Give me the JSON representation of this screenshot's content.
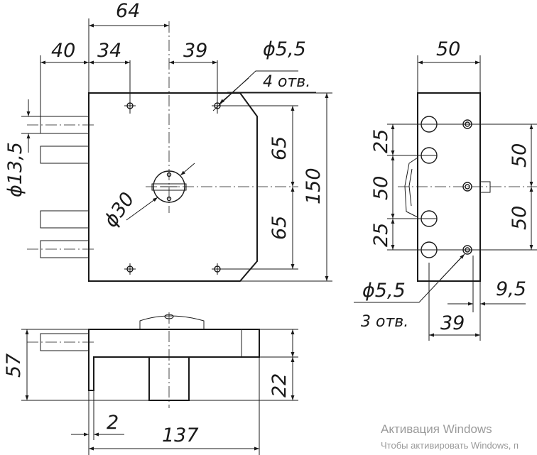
{
  "dimensions": {
    "front_width_64": "64",
    "front_bolt_40": "40",
    "front_offset_34": "34",
    "front_offset_39": "39",
    "front_hole_dia": "ϕ5,5",
    "front_hole_count": "4 отв.",
    "front_upper_65": "65",
    "front_lower_65": "65",
    "front_height_150": "150",
    "bolt_dia": "ϕ13,5",
    "cylinder_dia": "ϕ30",
    "side_width_50": "50",
    "side_25_top": "25",
    "side_50_mid": "50",
    "side_25_bottom": "25",
    "side_50_upper": "50",
    "side_50_lower": "50",
    "side_hole_dia": "ϕ5,5",
    "side_hole_count": "3 отв.",
    "side_offset_39": "39",
    "side_offset_9_5": "9,5",
    "bottom_height_57": "57",
    "bottom_depth_22": "22",
    "bottom_thickness_2": "2",
    "bottom_length_137": "137"
  },
  "watermark": {
    "title": "Активация Windows",
    "subtitle": "Чтобы активировать Windows, п"
  }
}
